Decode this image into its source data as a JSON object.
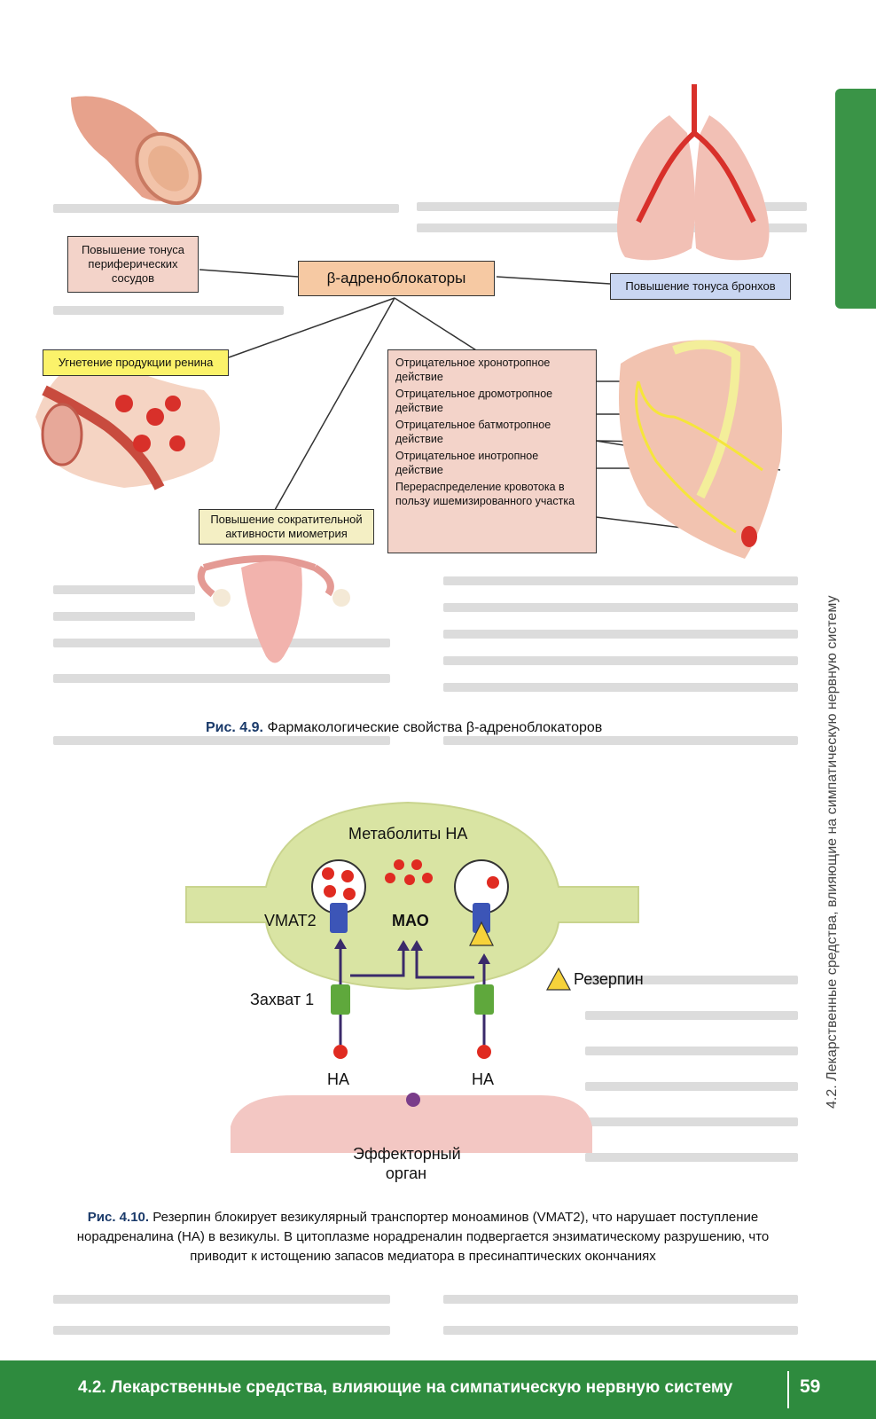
{
  "fig49": {
    "center": "β-адреноблокаторы",
    "vessels": "Повышение тонуса периферических сосудов",
    "bronchi": "Повышение тонуса бронхов",
    "renin": "Угнетение продукции ренина",
    "myometrium": "Повышение сократительной активности миометрия",
    "heart_effects": [
      "Отрицательное хронотропное действие",
      "Отрицательное дромотропное действие",
      "Отрицательное батмотропное действие",
      "Отрицательное инотропное действие",
      "Перераспределение кровотока в пользу ишемизированного участка"
    ],
    "caption_label": "Рис. 4.9.",
    "caption_text": "Фармакологические свойства β-адреноблокаторов"
  },
  "fig410": {
    "metabolites": "Метаболиты НА",
    "vmat2": "VMAT2",
    "mao": "МАО",
    "reserpine": "Резерпин",
    "uptake": "Захват 1",
    "na_left": "НА",
    "na_right": "НА",
    "effector": "Эффекторный орган",
    "caption_label": "Рис. 4.10.",
    "caption_text": "Резерпин блокирует везикулярный транспортер моноаминов (VMAT2), что нарушает поступление норадреналина (НА) в везикулы. В цитоплазме норадреналин подвергается энзиматическому разрушению, что приводит к истощению запасов медиатора в пресинаптических окончаниях"
  },
  "footer": {
    "title": "4.2. Лекарственные средства, влияющие на симпатическую нервную систему",
    "page": "59"
  },
  "side_text": "4.2. Лекарственные средства, влияющие на симпатическую нервную систему",
  "colors": {
    "green": "#2e8b3e",
    "neuron": "#d9e4a3",
    "effector": "#f3c7c3"
  }
}
